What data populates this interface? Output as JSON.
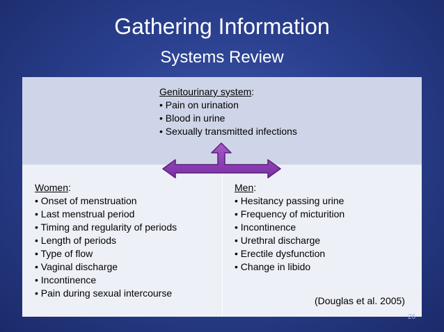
{
  "slide": {
    "title": "Gathering Information",
    "subtitle": "Systems Review",
    "page_number": "26",
    "citation": "(Douglas et al. 2005)"
  },
  "genitourinary": {
    "heading": "Genitourinary system",
    "items": [
      "Pain on urination",
      "Blood in urine",
      "Sexually transmitted infections"
    ]
  },
  "women": {
    "heading": "Women",
    "items": [
      "Onset of menstruation",
      "Last menstrual period",
      "Timing and regularity of periods",
      "Length of periods",
      "Type of flow",
      "Vaginal discharge",
      "Incontinence",
      "Pain during sexual intercourse"
    ]
  },
  "men": {
    "heading": "Men",
    "items": [
      "Hesitancy passing urine",
      "Frequency of micturition",
      "Incontinence",
      "Urethral discharge",
      "Erectile dysfunction",
      "Change in libido"
    ]
  },
  "colors": {
    "arrow": "#8b3fb0",
    "arrow_outline": "#5b1f7a"
  }
}
